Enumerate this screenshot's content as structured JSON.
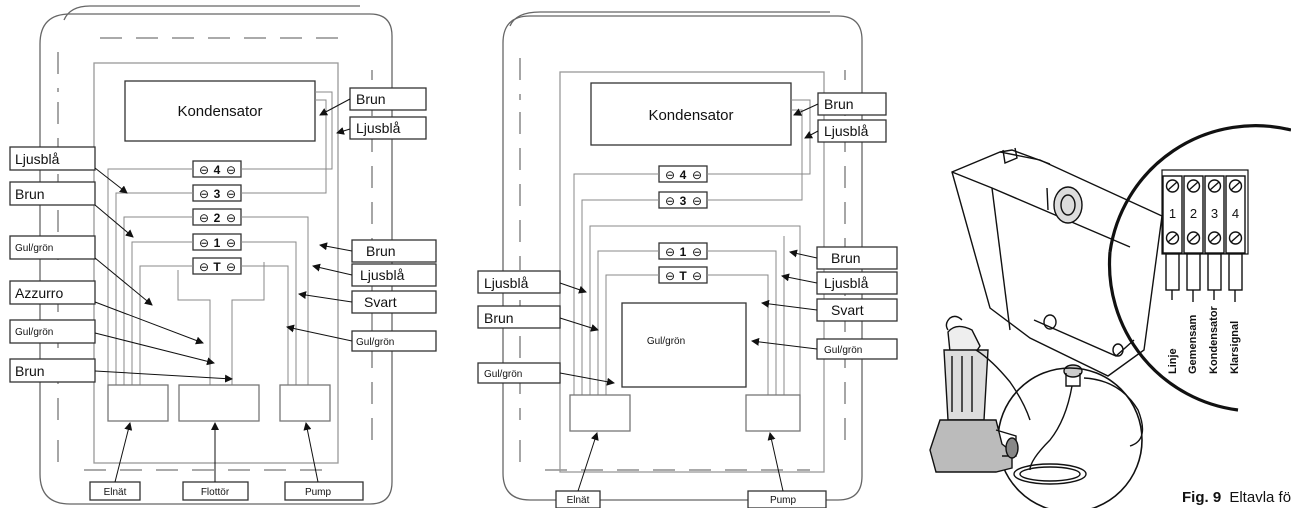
{
  "diagram1": {
    "condenser": "Kondensator",
    "terminals": [
      "4",
      "3",
      "2",
      "1",
      "T"
    ],
    "labels_left": [
      "Ljusblå",
      "Brun",
      "Gul/grön",
      "Azzurro",
      "Gul/grön",
      "Brun"
    ],
    "labels_right": [
      "Brun",
      "Ljusblå",
      "Brun",
      "Ljusblå",
      "Svart",
      "Gul/grön"
    ],
    "bottom": [
      "Elnät",
      "Flottör",
      "Pump"
    ]
  },
  "diagram2": {
    "condenser": "Kondensator",
    "terminals": [
      "4",
      "3",
      "1",
      "T"
    ],
    "center_box": "Gul/grön",
    "labels_left": [
      "Ljusblå",
      "Brun",
      "Gul/grön"
    ],
    "labels_right": [
      "Brun",
      "Ljusblå",
      "Brun",
      "Ljusblå",
      "Svart",
      "Gul/grön"
    ],
    "bottom": [
      "Elnät",
      "Pump"
    ]
  },
  "figure": {
    "terminal_numbers": [
      "1",
      "2",
      "3",
      "4"
    ],
    "wire_labels": [
      "Linje",
      "Gemensam",
      "Kondensator",
      "Klarsignal"
    ],
    "caption_number": "Fig. 9",
    "caption_text": "Eltavla för"
  }
}
